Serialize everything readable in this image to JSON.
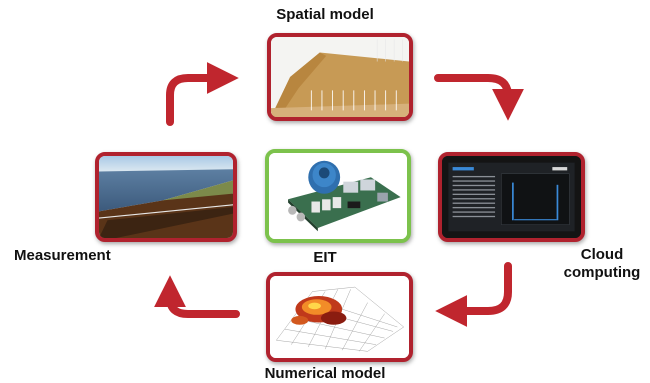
{
  "labels": {
    "spatial_model": "Spatial model",
    "eit": "EIT",
    "measurement": "Measurement",
    "cloud_line1": "Cloud",
    "cloud_line2": "computing",
    "numerical_model": "Numerical model"
  },
  "colors": {
    "outer_border": "#b0222e",
    "center_border": "#7cc24c",
    "arrow": "#c0262e"
  }
}
